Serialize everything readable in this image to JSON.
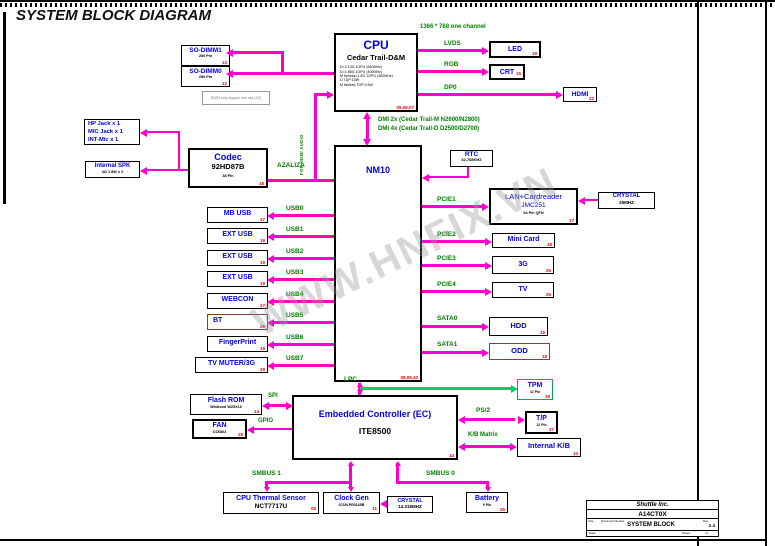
{
  "title": "SYSTEM BLOCK DIAGRAM",
  "watermark": "WWW.HNFIX.VN",
  "colors": {
    "line": "#ff00cc",
    "bus_label": "#008000",
    "block_text": "#0000dd",
    "page_ref": "#ee0000",
    "tpm_line": "#00cc66"
  },
  "memory": {
    "sodimm1": {
      "label": "SO-DIMM1",
      "pins": "280 Pin",
      "page": "13"
    },
    "sodimm0": {
      "label": "SO-DIMM0",
      "pins": "280 Pin",
      "page": "12"
    },
    "note": "DDR3 only support one slot (2G)"
  },
  "cpu": {
    "label": "CPU",
    "sublabel": "Cedar Trail-D&M",
    "specs": [
      "D=2.13G 1GPU (640MHz)",
      "D=1.86G 1GPU (400MHz)",
      "M fanless=1.6G 1GPU (400MHz)",
      "D TDP:10W",
      "M fanless TDP:3.5W"
    ],
    "pages": "05,06,07"
  },
  "display": {
    "note": "1366 * 768 one channel",
    "lvds": {
      "bus": "LVDS",
      "target": "LED",
      "page": "19"
    },
    "rgb": {
      "bus": "RGB",
      "target": "CRT",
      "page": "15"
    },
    "dp": {
      "bus": "DP0",
      "target": "HDMI",
      "page": "22"
    }
  },
  "dmi": {
    "line1": "DMI 2x (Cedar Trail-M N2600/N2800)",
    "line2": "DMI 4x (Cedar Trail-D D2500/D2700)"
  },
  "audio": {
    "jacks": [
      "HP Jack x 1",
      "MIC Jack x 1",
      "INT-Mic x 1"
    ],
    "speaker": {
      "label": "Internal SPK",
      "detail": "4Ω 1.5W x 2"
    },
    "codec": {
      "label": "Codec",
      "chip": "92HD87B",
      "pins": "38 Pin",
      "page": "18"
    },
    "bus": "AZALIZA",
    "hdmi_audio_note": "FOR HDMI AUDIO"
  },
  "chipset": {
    "label": "NM10",
    "pages": "08,09,10"
  },
  "rtc": {
    "label": "RTC",
    "freq": "32.768KHZ"
  },
  "usb": {
    "rows": [
      {
        "bus": "USB0",
        "target": "MB USB",
        "page": "27"
      },
      {
        "bus": "USB1",
        "target": "EXT USB",
        "page": "19"
      },
      {
        "bus": "USB2",
        "target": "EXT USB",
        "page": "19"
      },
      {
        "bus": "USB3",
        "target": "EXT USB",
        "page": "19"
      },
      {
        "bus": "USB4",
        "target": "WEBCON",
        "page": "27"
      },
      {
        "bus": "USB5",
        "target": "BT",
        "page": "29"
      },
      {
        "bus": "USB6",
        "target": "FingerPrint",
        "page": "19"
      },
      {
        "bus": "USB7",
        "target": "TV MUTER/3G",
        "page": "29"
      }
    ]
  },
  "pcie": {
    "lan": {
      "bus": "PCIE1",
      "label": "LAN+Cardreader",
      "chip": "JMC251",
      "pins": "64 Pin QFN",
      "page": "17"
    },
    "lan_crystal": {
      "label": "CRYSTAL",
      "freq": "25MHZ"
    },
    "rows": [
      {
        "bus": "PCIE2",
        "target": "Mini Card",
        "page": "18"
      },
      {
        "bus": "PCIE3",
        "target": "3G",
        "page": "26"
      },
      {
        "bus": "PCIE4",
        "target": "TV",
        "page": "26"
      }
    ]
  },
  "sata": {
    "rows": [
      {
        "bus": "SATA0",
        "target": "HDD",
        "page": "18"
      },
      {
        "bus": "SATA1",
        "target": "ODD",
        "page": "18"
      }
    ]
  },
  "lpc": {
    "bus": "LPC",
    "tpm": {
      "label": "TPM",
      "pins": "12 Pin",
      "page": "19"
    }
  },
  "ec": {
    "label": "Embedded Controller (EC)",
    "chip": "ITE8500",
    "page": "14",
    "flash": {
      "bus": "SPI",
      "label": "Flash ROM",
      "chip": "Winbond W25X16",
      "page": "14"
    },
    "fan": {
      "bus": "GPIO",
      "label": "FAN",
      "chip": "OZ6802",
      "page": "28"
    },
    "tp": {
      "bus": "PS/2",
      "label": "T/P",
      "pins": "12 Pin",
      "page": "27"
    },
    "kb": {
      "bus": "K/B Matrix",
      "label": "Internal K/B",
      "page": "14"
    }
  },
  "smbus": {
    "smbus1": {
      "bus": "SMBUS 1",
      "sensor": {
        "label": "CPU Thermal Sensor",
        "chip": "NCT7717U",
        "page": "05"
      },
      "clockgen": {
        "label": "Clock Gen",
        "chip": "ICS9LPR3165B",
        "page": "11"
      },
      "crystal": {
        "label": "CRYSTAL",
        "freq": "14.318MHZ"
      }
    },
    "smbus0": {
      "bus": "SMBUS 0",
      "battery": {
        "label": "Battery",
        "pins": "9 Pin",
        "page": "25"
      }
    }
  },
  "titleblock": {
    "company": "Shuttle Inc.",
    "model": "A14CT0X",
    "doc_title": "SYSTEM BLOCK",
    "rev": "2.4",
    "size_label": "Size",
    "doc_label": "Document Number",
    "rev_label": "Rev",
    "date_label": "Date:",
    "sheet_label": "Sheet",
    "of_label": "of"
  }
}
